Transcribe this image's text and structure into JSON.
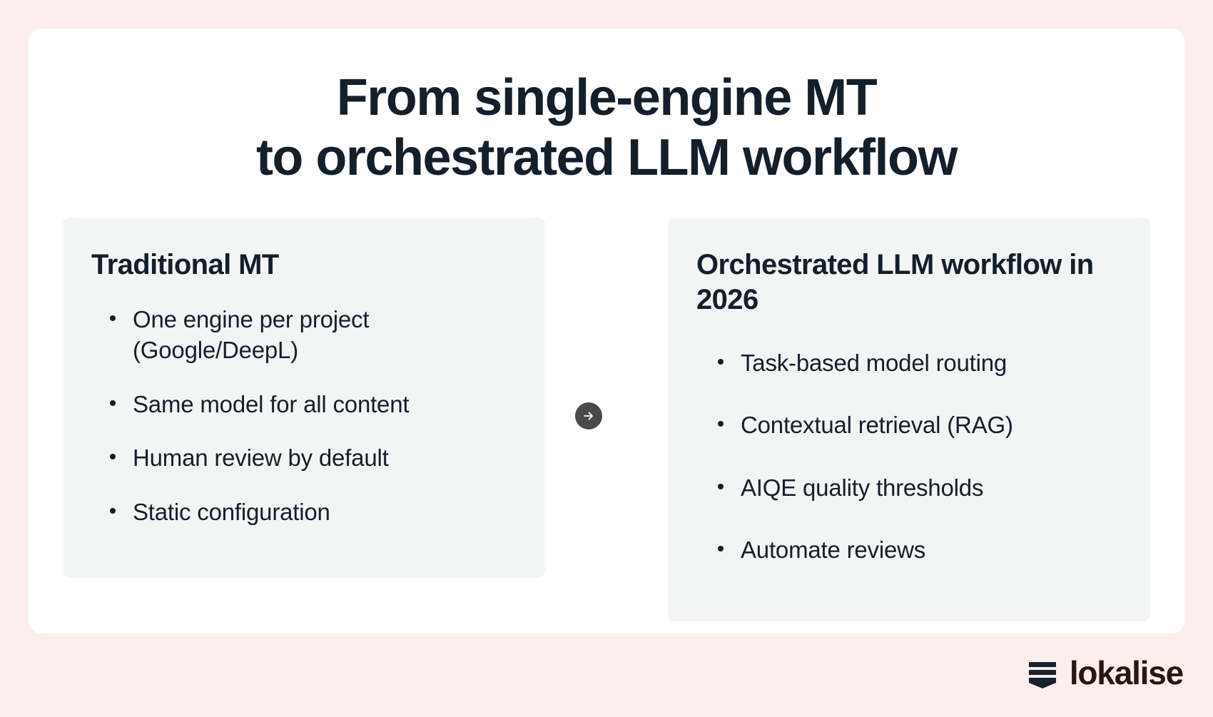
{
  "slide": {
    "background_color": "#FCEEEC",
    "panel_color": "#FFFFFF",
    "text_color": "#141F2C",
    "card_color": "#F3F4F4",
    "accent_color": "#4A4A4A"
  },
  "title": {
    "line1": "From single-engine MT",
    "line2": "to orchestrated LLM workflow"
  },
  "cards": {
    "left": {
      "heading": "Traditional MT",
      "bullets": [
        "One engine per project (Google/DeepL)",
        "Same model for all content",
        "Human review by default",
        "Static configuration"
      ]
    },
    "right": {
      "heading": "Orchestrated LLM workflow in 2026",
      "bullets": [
        "Task-based model routing",
        "Contextual retrieval (RAG)",
        "AIQE quality thresholds",
        "Automate reviews"
      ]
    }
  },
  "connector": {
    "icon": "arrow-right-icon"
  },
  "logo": {
    "mark": "lokalise-mark-icon",
    "wordmark": "lokalise",
    "color": "#2B1611"
  }
}
